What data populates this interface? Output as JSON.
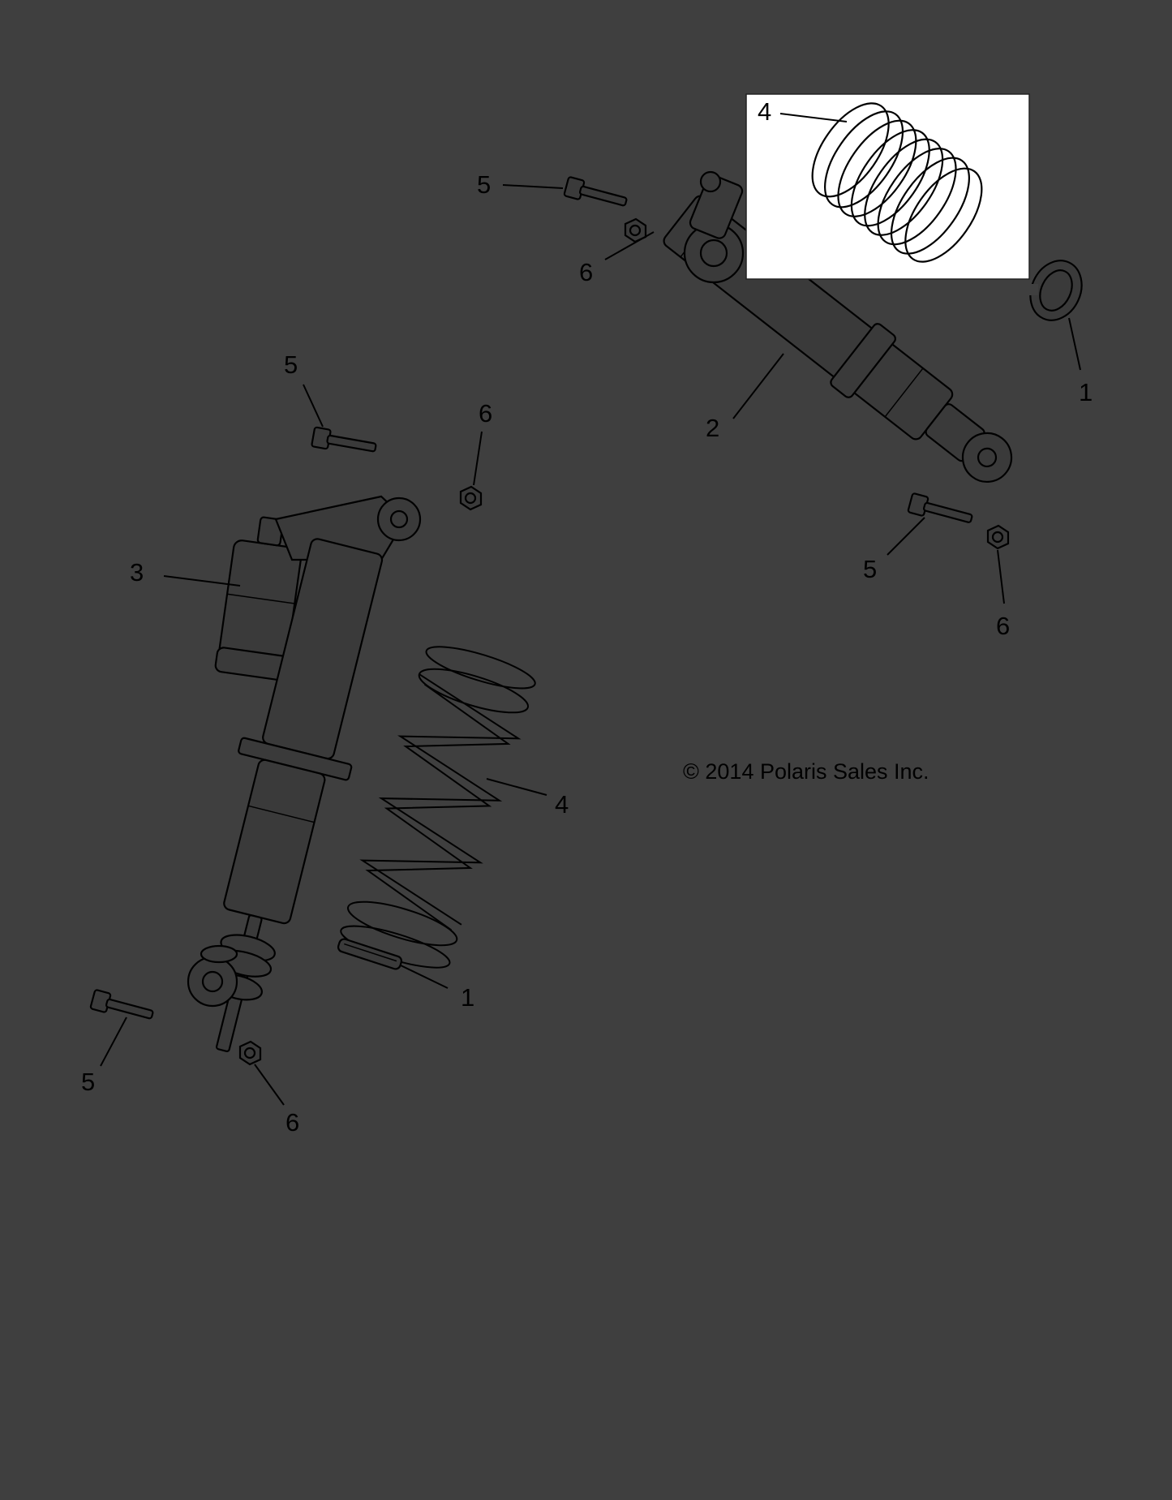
{
  "diagram": {
    "copyright": "© 2014 Polaris Sales Inc.",
    "callouts": {
      "top_right_spring": "4",
      "top_bolt": "5",
      "top_nut": "6",
      "right_clip": "1",
      "right_shock": "2",
      "left_bolt_top": "5",
      "left_nut_top": "6",
      "left_reservoir": "3",
      "left_spring": "4",
      "left_clip": "1",
      "left_bolt_bottom": "5",
      "left_nut_bottom": "6",
      "right_bolt_bottom": "5",
      "right_nut_bottom": "6"
    },
    "colors": {
      "background": "#3f3f3f",
      "highlight_box": "#ffffff",
      "line": "#000000"
    }
  }
}
